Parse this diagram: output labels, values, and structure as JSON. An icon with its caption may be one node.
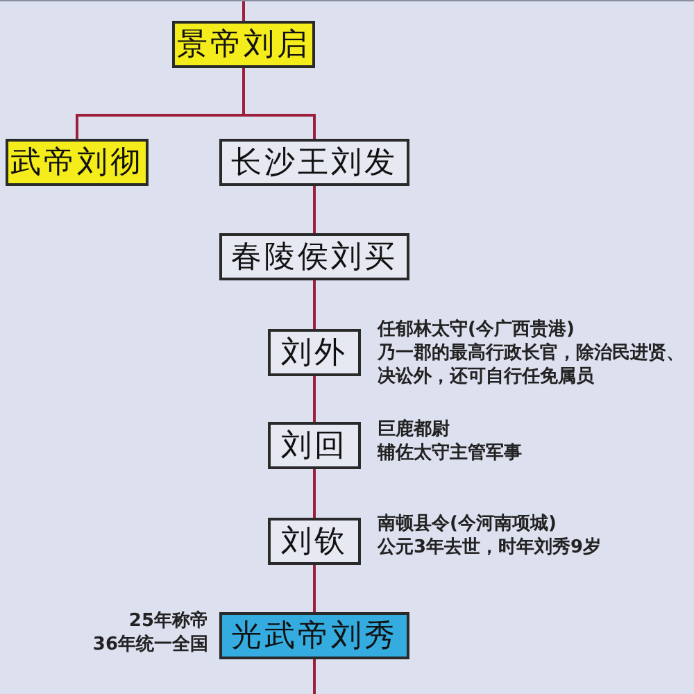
{
  "diagram": {
    "nodes": [
      {
        "text": [
          "景帝刘启"
        ]
      },
      {
        "text": [
          "武帝刘彻"
        ]
      },
      {
        "text": [
          "长沙王刘发"
        ]
      },
      {
        "text": [
          "春陵侯刘买"
        ]
      },
      {
        "text": [
          "刘外"
        ],
        "beside": [
          "任郁林太守(今广西贵港)",
          "乃一郡的最高行政长官，除治民进贤、决讼外，还可自行任免属员"
        ]
      },
      {
        "text": [
          "刘回"
        ],
        "beside": [
          "巨鹿都尉",
          "辅佐太守主管军事"
        ]
      },
      {
        "text": [
          "刘钦"
        ],
        "beside": [
          "南顿县令(今河南项城)",
          "公元3年去世，时年刘秀9岁"
        ]
      },
      {
        "text": [
          "光武帝刘秀"
        ],
        "beside": [
          "25年称帝",
          "36年统一全国"
        ]
      }
    ],
    "edges": [
      {
        "from": null,
        "to": 0,
        "arrow": "none"
      },
      {
        "from": 0,
        "to": 1,
        "arrow": "none"
      },
      {
        "from": 0,
        "to": 2,
        "arrow": "none"
      },
      {
        "from": 2,
        "to": 3,
        "arrow": "none"
      },
      {
        "from": 3,
        "to": 4,
        "arrow": "none"
      },
      {
        "from": 4,
        "to": 5,
        "arrow": "none"
      },
      {
        "from": 5,
        "to": 6,
        "arrow": "none"
      },
      {
        "from": 6,
        "to": 7,
        "arrow": "none"
      },
      {
        "from": 7,
        "to": null,
        "arrow": "none"
      }
    ]
  }
}
